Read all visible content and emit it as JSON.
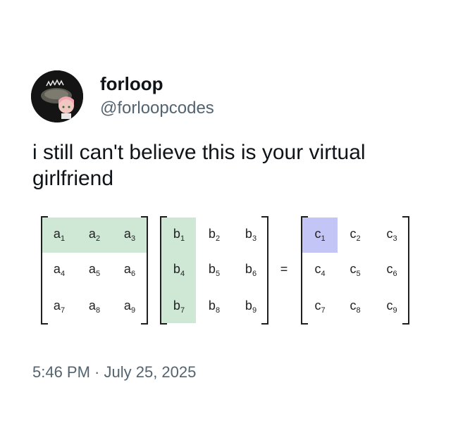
{
  "author": {
    "display_name": "forloop",
    "handle": "@forloopcodes"
  },
  "tweet": {
    "text": "i still can't believe this is your virtual girlfriend",
    "timestamp": "5:46 PM · July 25, 2025"
  },
  "matrix_a": {
    "cells": [
      {
        "letter": "a",
        "index": "1"
      },
      {
        "letter": "a",
        "index": "2"
      },
      {
        "letter": "a",
        "index": "3"
      },
      {
        "letter": "a",
        "index": "4"
      },
      {
        "letter": "a",
        "index": "5"
      },
      {
        "letter": "a",
        "index": "6"
      },
      {
        "letter": "a",
        "index": "7"
      },
      {
        "letter": "a",
        "index": "8"
      },
      {
        "letter": "a",
        "index": "9"
      }
    ]
  },
  "matrix_b": {
    "cells": [
      {
        "letter": "b",
        "index": "1"
      },
      {
        "letter": "b",
        "index": "2"
      },
      {
        "letter": "b",
        "index": "3"
      },
      {
        "letter": "b",
        "index": "4"
      },
      {
        "letter": "b",
        "index": "5"
      },
      {
        "letter": "b",
        "index": "6"
      },
      {
        "letter": "b",
        "index": "7"
      },
      {
        "letter": "b",
        "index": "8"
      },
      {
        "letter": "b",
        "index": "9"
      }
    ]
  },
  "matrix_c": {
    "cells": [
      {
        "letter": "c",
        "index": "1"
      },
      {
        "letter": "c",
        "index": "2"
      },
      {
        "letter": "c",
        "index": "3"
      },
      {
        "letter": "c",
        "index": "4"
      },
      {
        "letter": "c",
        "index": "5"
      },
      {
        "letter": "c",
        "index": "6"
      },
      {
        "letter": "c",
        "index": "7"
      },
      {
        "letter": "c",
        "index": "8"
      },
      {
        "letter": "c",
        "index": "9"
      }
    ]
  },
  "equals_sign": "=",
  "colors": {
    "highlight_green": "#cfe8d6",
    "highlight_purple": "#c3c5f7",
    "secondary_text": "#536471"
  },
  "icons": {
    "avatar": "profile-avatar"
  }
}
